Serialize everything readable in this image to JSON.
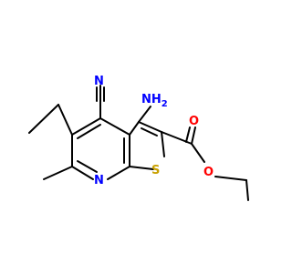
{
  "molecule": {
    "atoms": {
      "N_cyano": "N",
      "NH2": "NH2",
      "O_carbonyl": "O",
      "O_ester": "O",
      "N_ring": "N",
      "S_ring": "S"
    },
    "colors": {
      "bond": "#000000",
      "nitrogen": "#0000ff",
      "oxygen": "#ff0000",
      "sulfur": "#c8a000"
    }
  }
}
